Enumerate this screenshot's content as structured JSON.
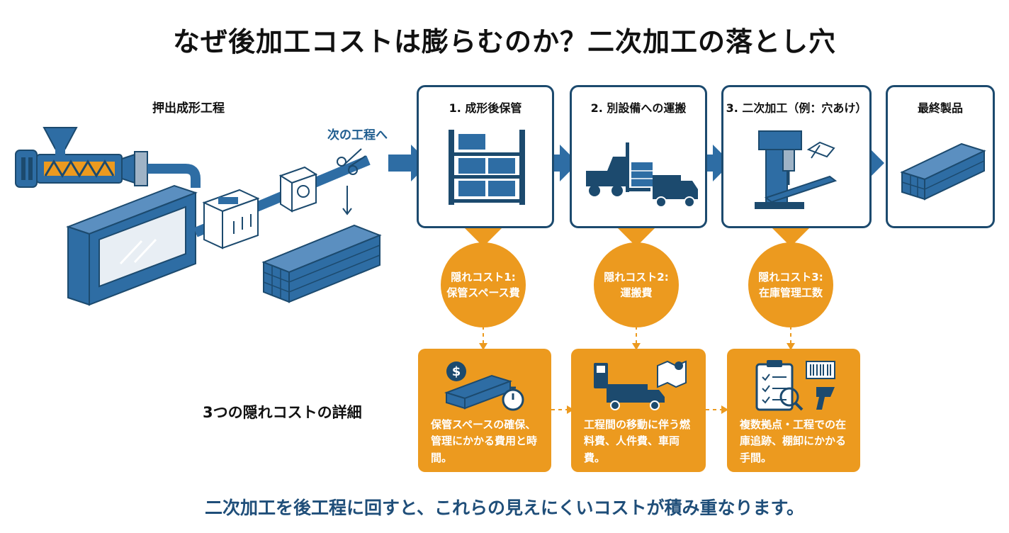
{
  "title": "なぜ後加工コストは膨らむのか？二次加工の落とし穴",
  "extrusion": {
    "label": "押出成形工程",
    "next_label": "次の工程へ"
  },
  "stages": [
    {
      "title": "1. 成形後保管"
    },
    {
      "title": "2. 別設備への運搬"
    },
    {
      "title": "3. 二次加工（例：穴あけ）"
    },
    {
      "title": "最終製品"
    }
  ],
  "hidden_costs": [
    {
      "line1": "隠れコスト1:",
      "line2": "保管スペース費"
    },
    {
      "line1": "隠れコスト2:",
      "line2": "運搬費"
    },
    {
      "line1": "隠れコスト3:",
      "line2": "在庫管理工数"
    }
  ],
  "details_label": "3つの隠れコストの詳細",
  "details": [
    {
      "text": "保管スペースの確保、管理にかかる費用と時間。"
    },
    {
      "text": "工程間の移動に伴う燃料費、人件費、車両費。"
    },
    {
      "text": "複数拠点・工程での在庫追跡、棚卸にかかる手間。"
    }
  ],
  "summary": "二次加工を後工程に回すと、これらの見えにくいコストが積み重なります。",
  "colors": {
    "blue": "#2e6da4",
    "dark_blue": "#1c4a6e",
    "orange": "#ec9a1f"
  }
}
